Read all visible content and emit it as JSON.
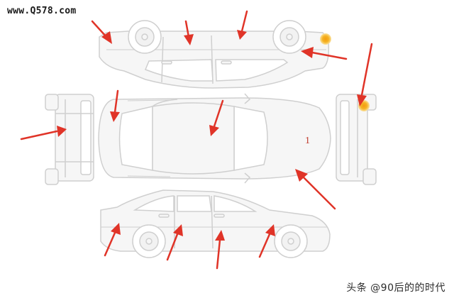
{
  "watermark_top": "www.Q578.com",
  "watermark_bottom": "头条 @90后的的时代",
  "damage_marker_label": "1",
  "colors": {
    "car_outline": "#cfcfcf",
    "car_fill": "#f6f6f6",
    "arrow": "#e03428",
    "damage_dot": "#f5b324"
  }
}
